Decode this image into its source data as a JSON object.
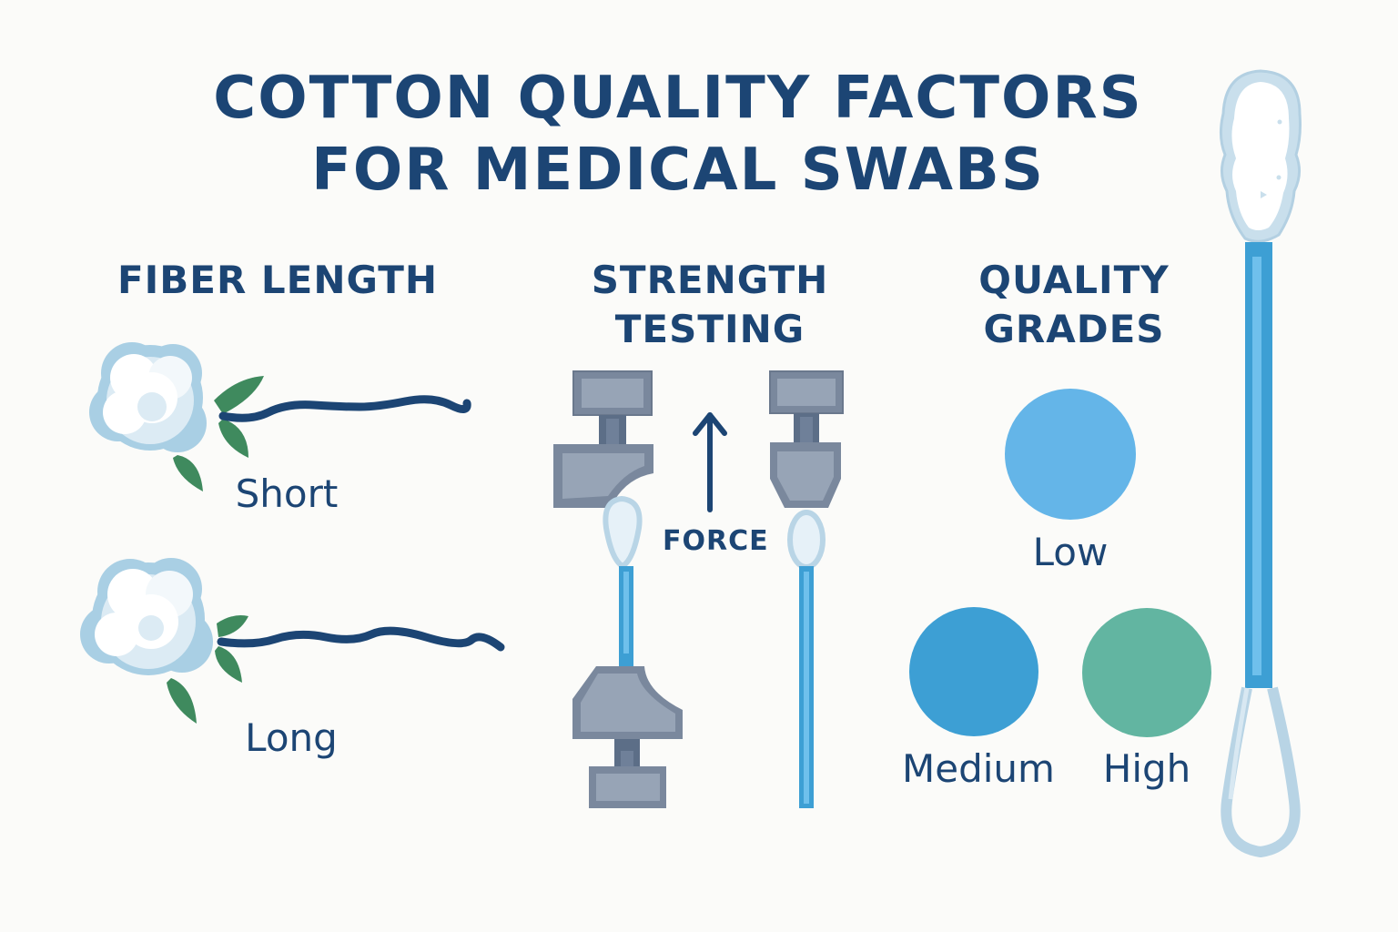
{
  "title": {
    "line1": "COTTON QUALITY FACTORS",
    "line2": "FOR MEDICAL SWABS"
  },
  "sections": {
    "fiber_length": {
      "heading": "FIBER LENGTH",
      "items": [
        {
          "label": "Short"
        },
        {
          "label": "Long"
        }
      ]
    },
    "strength_testing": {
      "heading_line1": "STRENGTH",
      "heading_line2": "TESTING",
      "arrow_label": "FORCE"
    },
    "quality_grades": {
      "heading_line1": "QUALITY",
      "heading_line2": "GRADES",
      "grades": [
        {
          "label": "Low",
          "color": "#64b5e8"
        },
        {
          "label": "Medium",
          "color": "#3d9fd4"
        },
        {
          "label": "High",
          "color": "#62b5a1"
        }
      ]
    }
  },
  "colors": {
    "text": "#1c4574",
    "fiber": "#1c4574",
    "leaf": "#3f8a5e",
    "cotton_outline": "#a9cfe4",
    "clamp": "#7a889d",
    "clamp_inner": "#97a4b6",
    "stick": "#3d9fd4",
    "background": "#fbfbf9"
  }
}
